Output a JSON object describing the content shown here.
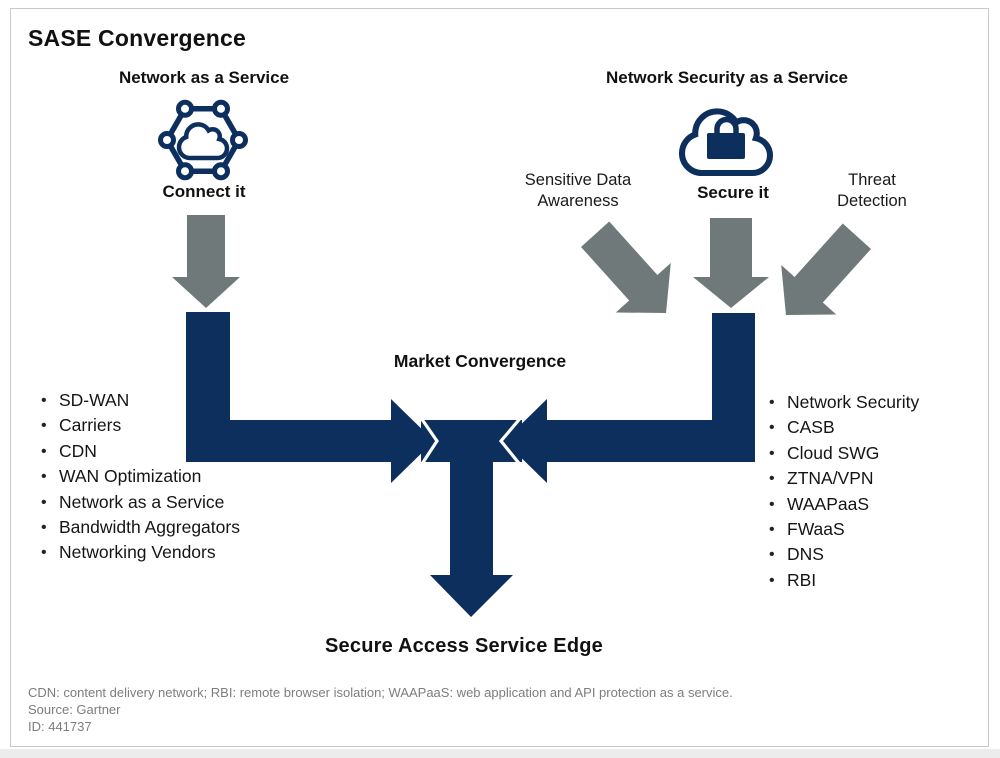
{
  "page": {
    "title": "SASE Convergence"
  },
  "colors": {
    "navy": "#0d2f5e",
    "arrow_gray": "#6f7979",
    "footnote_gray": "#7d7d7d",
    "border": "#c9c9c9"
  },
  "naas": {
    "header": "Network as a Service",
    "icon": "network-cloud-icon",
    "caption": "Connect it",
    "items": [
      "SD-WAN",
      "Carriers",
      "CDN",
      "WAN Optimization",
      "Network as a Service",
      "Bandwidth Aggregators",
      "Networking Vendors"
    ]
  },
  "nsaas": {
    "header": "Network Security as a Service",
    "icon": "cloud-lock-icon",
    "caption": "Secure it",
    "sensitive_label_line1": "Sensitive Data",
    "sensitive_label_line2": "Awareness",
    "threat_label_line1": "Threat",
    "threat_label_line2": "Detection",
    "items": [
      "Network Security",
      "CASB",
      "Cloud SWG",
      "ZTNA/VPN",
      "WAAPaaS",
      "FWaaS",
      "DNS",
      "RBI"
    ]
  },
  "center": {
    "market_label": "Market Convergence",
    "result_label": "Secure Access Service Edge"
  },
  "footer": {
    "legend": "CDN: content delivery network; RBI: remote browser isolation; WAAPaaS: web application and API protection as a service.",
    "source": "Source: Gartner",
    "id": "ID: 441737"
  }
}
